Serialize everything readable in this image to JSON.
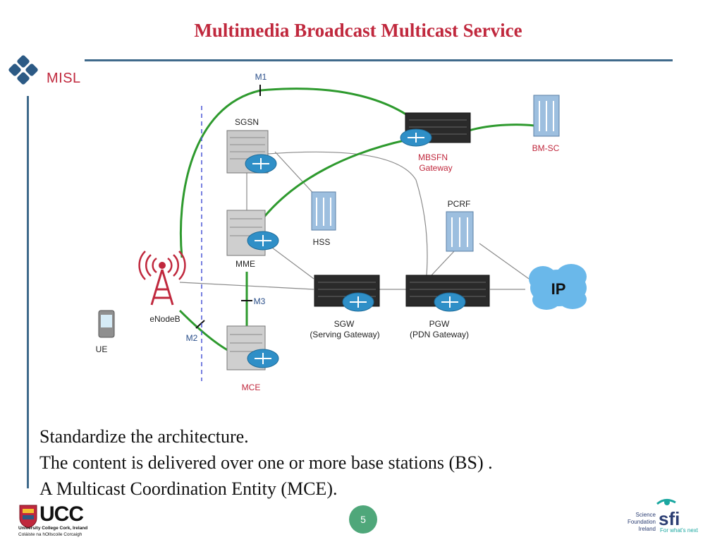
{
  "slide": {
    "title": "Multimedia Broadcast Multicast Service",
    "page_number": "5"
  },
  "logos": {
    "misl": "MISL",
    "ucc": "UCC",
    "ucc_line1": "University College Cork, Ireland",
    "ucc_line2": "Coláiste na hOllscoile Corcaigh",
    "sfi_science": "Science",
    "sfi_foundation": "Foundation",
    "sfi_ireland": "Ireland",
    "sfi_mark": "sfi",
    "sfi_tagline": "For what's next"
  },
  "diagram": {
    "nodes": {
      "sgsn": "SGSN",
      "mme": "MME",
      "hss": "HSS",
      "mbsfn_line1": "MBSFN",
      "mbsfn_line2": "Gateway",
      "bmsc": "BM-SC",
      "pcrf": "PCRF",
      "ip": "IP",
      "enodeb": "eNodeB",
      "ue": "UE",
      "sgw_line1": "SGW",
      "sgw_line2": "(Serving Gateway)",
      "pgw_line1": "PGW",
      "pgw_line2": "(PDN Gateway)",
      "mce": "MCE"
    },
    "interfaces": {
      "m1": "M1",
      "m2": "M2",
      "m3": "M3"
    },
    "colors": {
      "mbms_link": "#2e9a2e",
      "plain_link": "#8a8a8a",
      "router": "#2f8fc7",
      "accent_red": "#c0283d"
    }
  },
  "bullets": [
    "Standardize the architecture.",
    "The content is delivered over one or more base stations (BS) .",
    "A Multicast Coordination Entity (MCE)."
  ]
}
